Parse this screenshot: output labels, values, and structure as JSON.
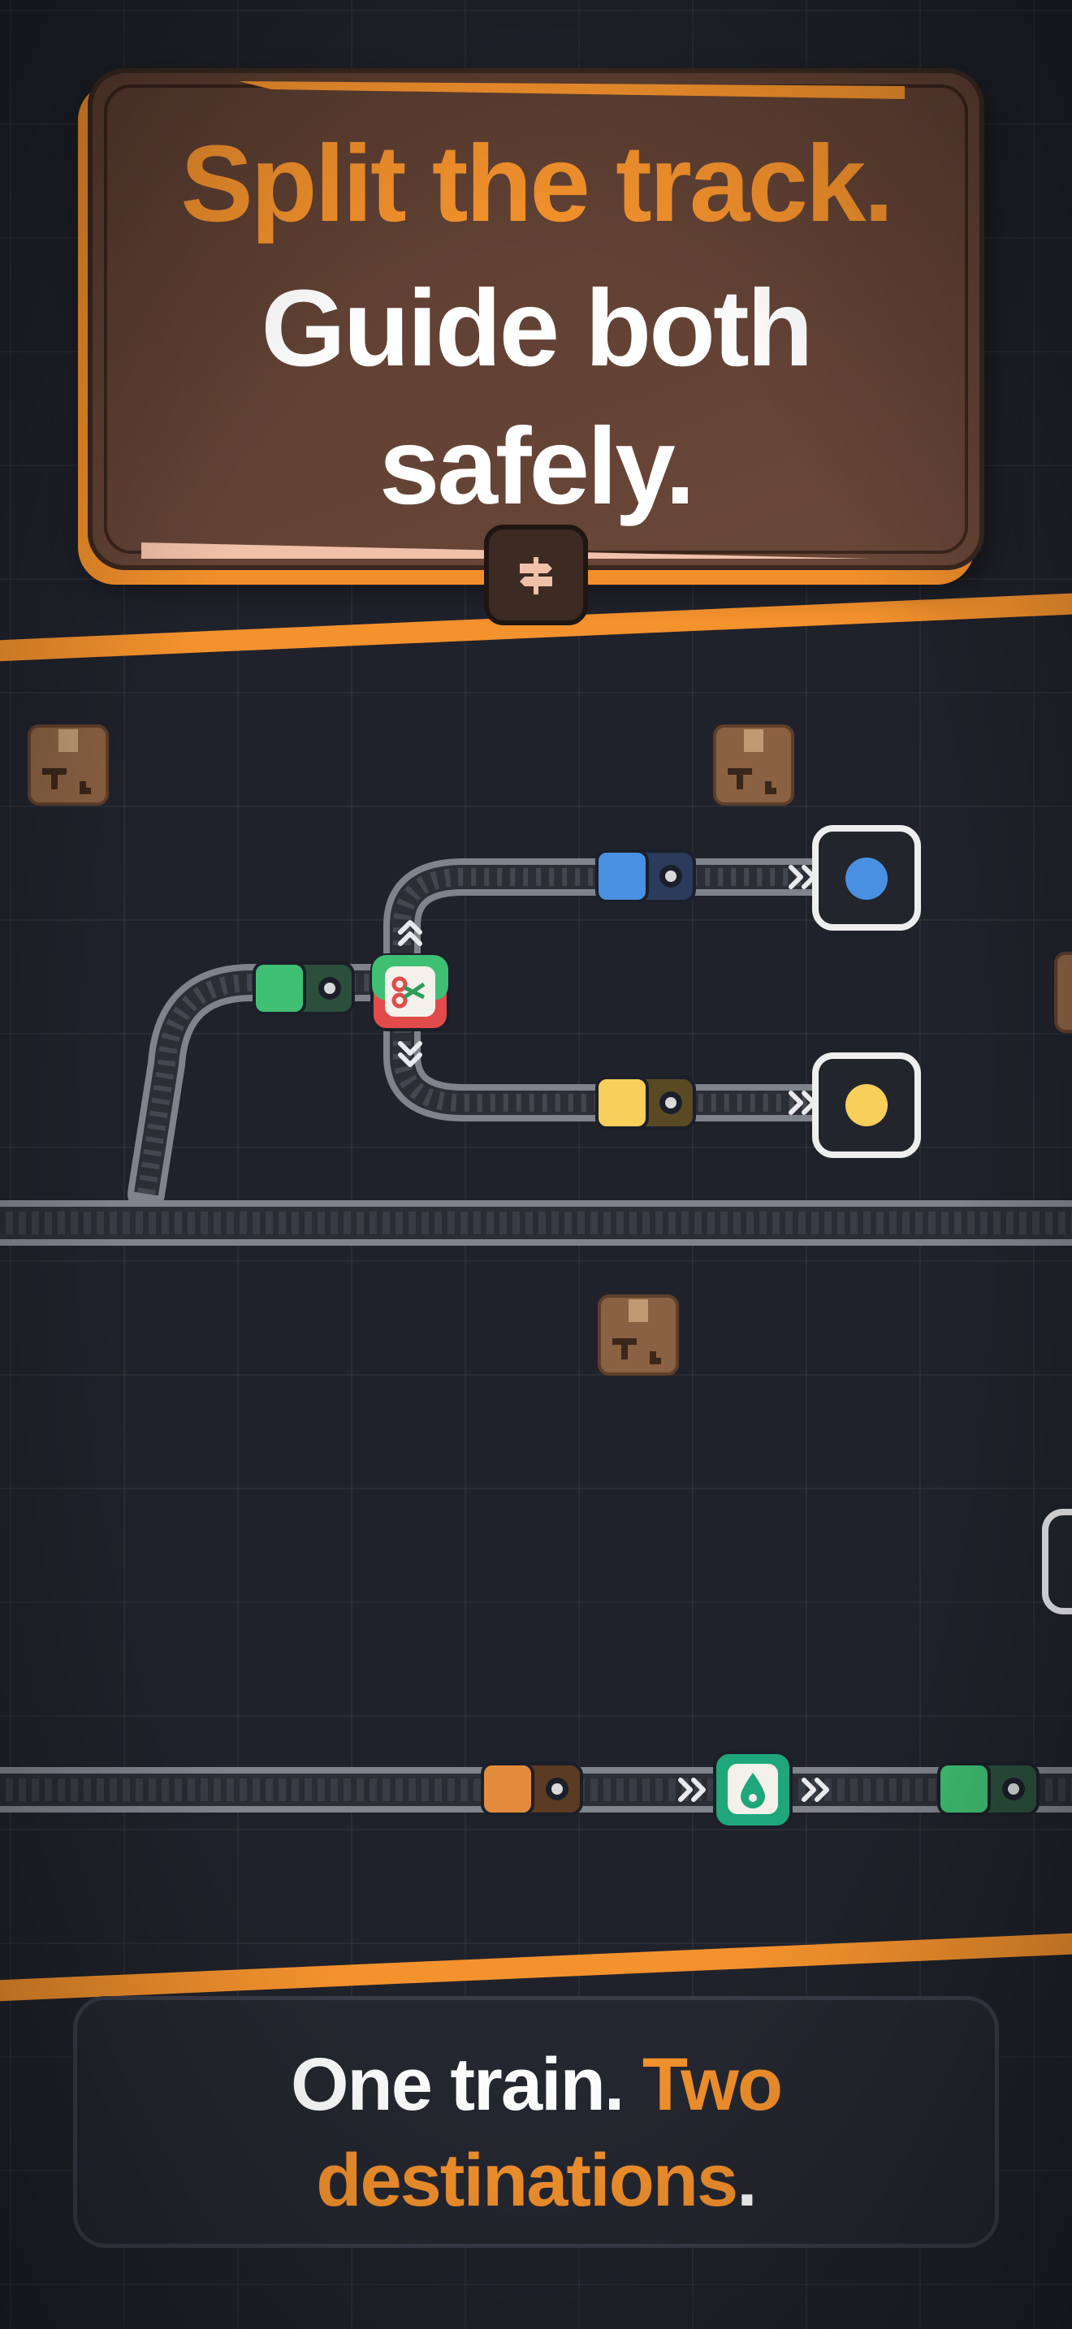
{
  "header": {
    "line1": "Split the track.",
    "line2": "Guide both",
    "line3": "safely.",
    "sign_icon": "signpost-icon"
  },
  "footer": {
    "part1": "One train.",
    "part2": "Two",
    "part3": "destinations",
    "period": "."
  },
  "colors": {
    "accent_orange": "#f4922d",
    "blue_train": "#4a90e2",
    "yellow_train": "#f7cf5a",
    "green_train": "#3fbf73",
    "orange_train": "#e38b3c",
    "banner_brown": "#5b3d30"
  },
  "icons": {
    "splitter": "scissors-icon",
    "paint": "droplet-icon",
    "crate": "crate-icon",
    "arrows": "chevron-arrows-icon"
  }
}
